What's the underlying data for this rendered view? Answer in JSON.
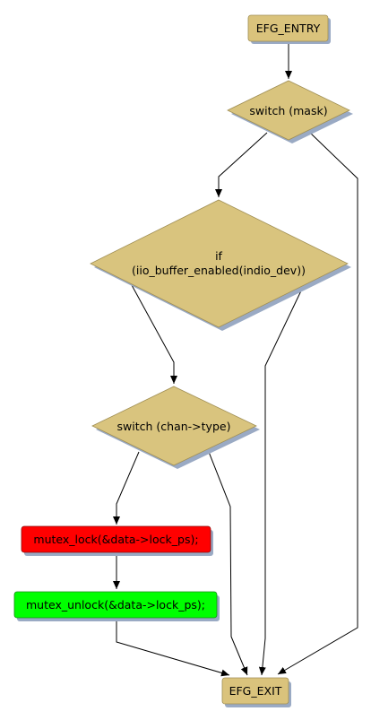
{
  "colors": {
    "terminal": "#DAC37C",
    "decision": "#D9C47E",
    "lock": "#FF0000",
    "unlock": "#00FF00",
    "shadow": "#9AAAC4",
    "edge": "#000000"
  },
  "nodes": {
    "entry": {
      "label": "EFG_ENTRY"
    },
    "switch_mask": {
      "label": "switch (mask)"
    },
    "if_buffer": {
      "line1": "if",
      "line2": "(iio_buffer_enabled(indio_dev))"
    },
    "switch_type": {
      "label": "switch (chan->type)"
    },
    "mutex_lock": {
      "label": "mutex_lock(&data->lock_ps);"
    },
    "mutex_unlock": {
      "label": "mutex_unlock(&data->lock_ps);"
    },
    "exit": {
      "label": "EFG_EXIT"
    }
  }
}
